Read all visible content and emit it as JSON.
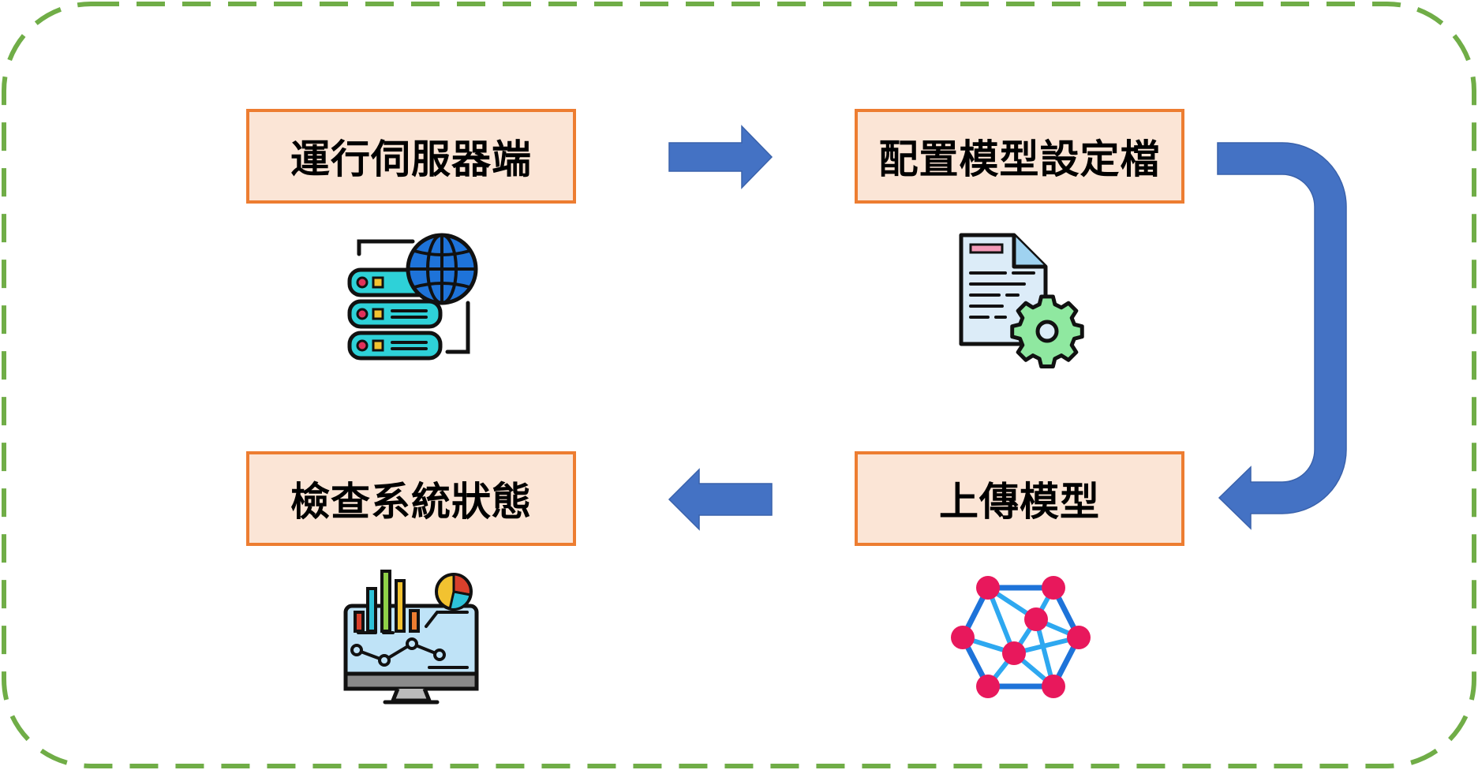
{
  "steps": {
    "run_server": "運行伺服器端",
    "configure_model": "配置模型設定檔",
    "upload_model": "上傳模型",
    "check_status": "檢查系統狀態"
  },
  "colors": {
    "frame_dash": "#70ad47",
    "box_fill": "#fbe5d6",
    "box_border": "#ed7d31",
    "arrow": "#4472c4"
  },
  "icons": {
    "run_server": "server-globe-icon",
    "configure_model": "config-document-gear-icon",
    "upload_model": "neural-network-icon",
    "check_status": "monitor-dashboard-icon"
  }
}
